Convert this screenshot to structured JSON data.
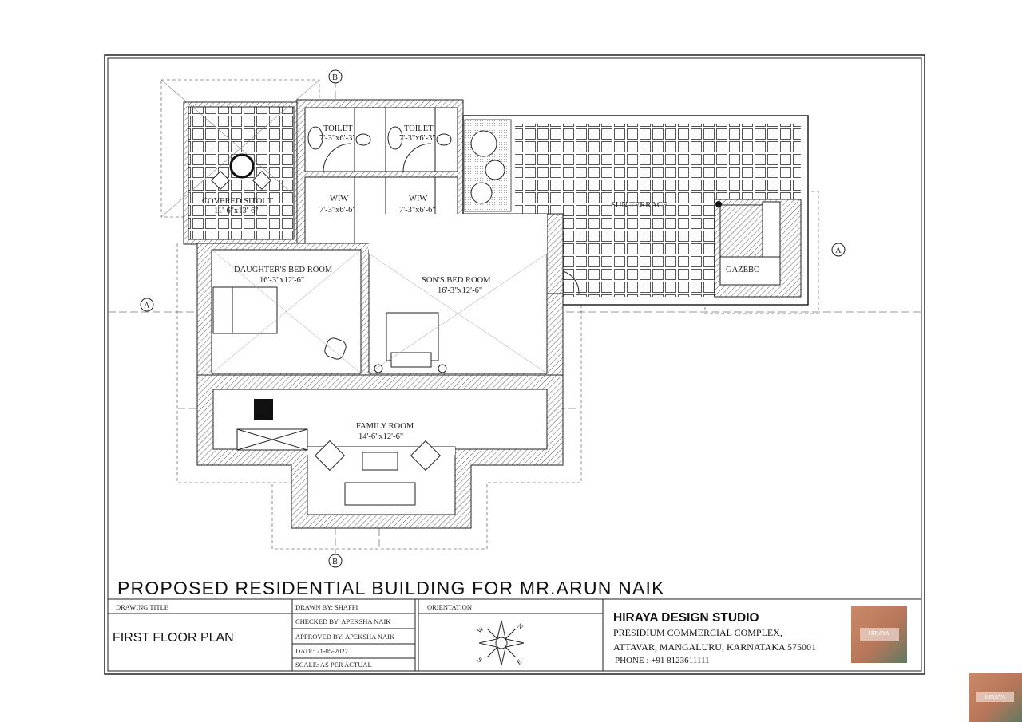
{
  "project_title": "PROPOSED RESIDENTIAL BUILDING FOR MR.ARUN NAIK",
  "rooms": {
    "covered_sitout": {
      "name": "COVERED SITOUT",
      "size": "11'-6\"x13'-6\""
    },
    "toilet_1": {
      "name": "TOILET",
      "size": "7'-3\"x6'-3\""
    },
    "toilet_2": {
      "name": "TOILET",
      "size": "7'-3\"x6'-3\""
    },
    "wiw_1": {
      "name": "WIW",
      "size": "7'-3\"x6'-6\""
    },
    "wiw_2": {
      "name": "WIW",
      "size": "7'-3\"x6'-6\""
    },
    "daughters_bed_room": {
      "name": "DAUGHTER'S BED ROOM",
      "size": "16'-3\"x12'-6\""
    },
    "sons_bed_room": {
      "name": "SON'S BED ROOM",
      "size": "16'-3\"x12'-6\""
    },
    "family_room": {
      "name": "FAMILY ROOM",
      "size": "14'-6\"x12'-6\""
    },
    "sun_terrace": {
      "name": "SUN TERRACE"
    },
    "gazebo": {
      "name": "GAZEBO"
    }
  },
  "section_markers": {
    "a": "A",
    "b": "B"
  },
  "title_block": {
    "drawing_title_label": "DRAWING TITLE",
    "drawing_title": "FIRST FLOOR PLAN",
    "drawn_by": "DRAWN BY:  SHAFFI",
    "checked_by": "CHECKED BY: APEKSHA NAIK",
    "approved_by": "APPROVED BY: APEKSHA NAIK",
    "date": "DATE: 21-05-2022",
    "scale": "SCALE: AS PER ACTUAL",
    "orientation_label": "ORIENTATION",
    "compass": {
      "n": "N",
      "s": "S",
      "e": "E",
      "w": "W"
    },
    "studio_name": "HIRAYA DESIGN STUDIO",
    "address_1": "PRESIDIUM COMMERCIAL COMPLEX,",
    "address_2": "ATTAVAR, MANGALURU, KARNATAKA 575001",
    "phone": "PHONE : +91 8123611111",
    "logo_text": "HIRAYA"
  }
}
